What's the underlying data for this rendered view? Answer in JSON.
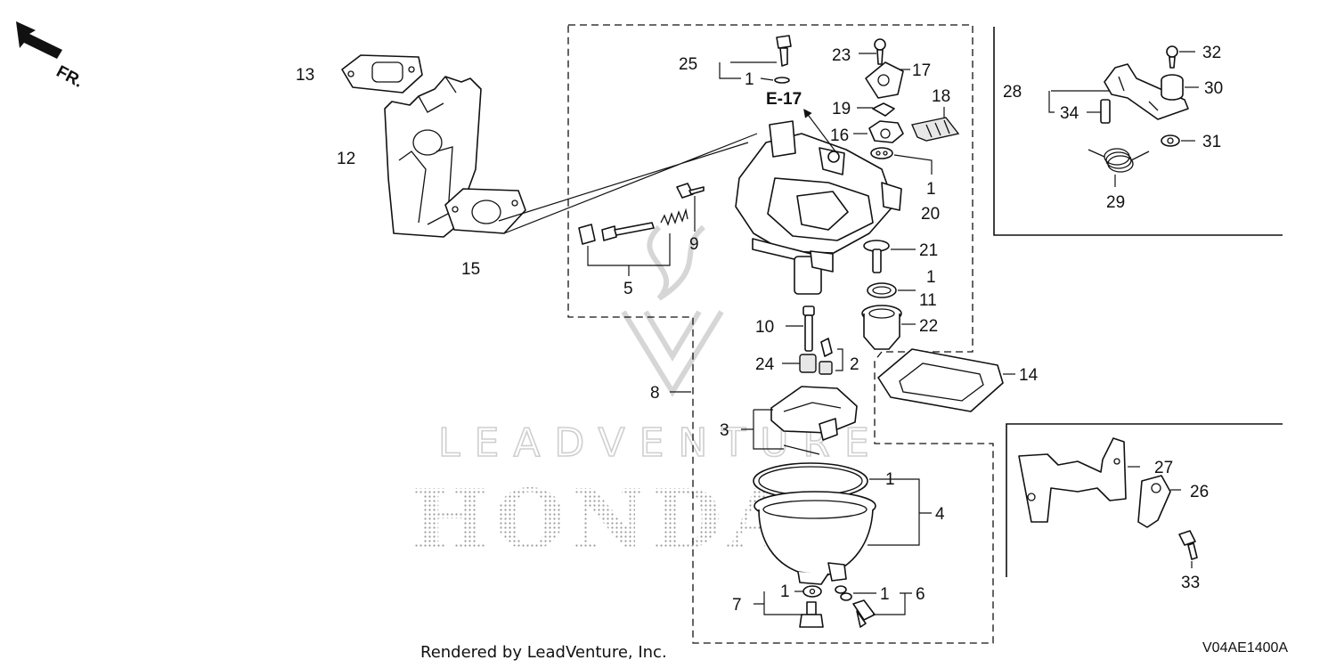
{
  "direction_label": "FR.",
  "section_ref": "E-17",
  "watermark_primary": "LEADVENTURE",
  "watermark_brand": "HONDA",
  "footer": {
    "rendered_by": "Rendered by LeadVenture, Inc.",
    "diagram_code": "V04AE1400A"
  },
  "callouts": [
    {
      "id": "c13",
      "text": "13"
    },
    {
      "id": "c12",
      "text": "12"
    },
    {
      "id": "c15",
      "text": "15"
    },
    {
      "id": "c25",
      "text": "25"
    },
    {
      "id": "c1a",
      "text": "1"
    },
    {
      "id": "c23",
      "text": "23"
    },
    {
      "id": "c17",
      "text": "17"
    },
    {
      "id": "c18",
      "text": "18"
    },
    {
      "id": "c19",
      "text": "19"
    },
    {
      "id": "c16",
      "text": "16"
    },
    {
      "id": "c1b",
      "text": "1"
    },
    {
      "id": "c20",
      "text": "20"
    },
    {
      "id": "c9",
      "text": "9"
    },
    {
      "id": "c5",
      "text": "5"
    },
    {
      "id": "c21",
      "text": "21"
    },
    {
      "id": "c1c",
      "text": "1"
    },
    {
      "id": "c11",
      "text": "11"
    },
    {
      "id": "c22",
      "text": "22"
    },
    {
      "id": "c10",
      "text": "10"
    },
    {
      "id": "c24",
      "text": "24"
    },
    {
      "id": "c2",
      "text": "2"
    },
    {
      "id": "c8",
      "text": "8"
    },
    {
      "id": "c14",
      "text": "14"
    },
    {
      "id": "c3",
      "text": "3"
    },
    {
      "id": "c1d",
      "text": "1"
    },
    {
      "id": "c4",
      "text": "4"
    },
    {
      "id": "c1e",
      "text": "1"
    },
    {
      "id": "c1f",
      "text": "1"
    },
    {
      "id": "c7",
      "text": "7"
    },
    {
      "id": "c6",
      "text": "6"
    },
    {
      "id": "c28",
      "text": "28"
    },
    {
      "id": "c32",
      "text": "32"
    },
    {
      "id": "c30",
      "text": "30"
    },
    {
      "id": "c34",
      "text": "34"
    },
    {
      "id": "c31",
      "text": "31"
    },
    {
      "id": "c29",
      "text": "29"
    },
    {
      "id": "c27",
      "text": "27"
    },
    {
      "id": "c26",
      "text": "26"
    },
    {
      "id": "c33",
      "text": "33"
    }
  ]
}
